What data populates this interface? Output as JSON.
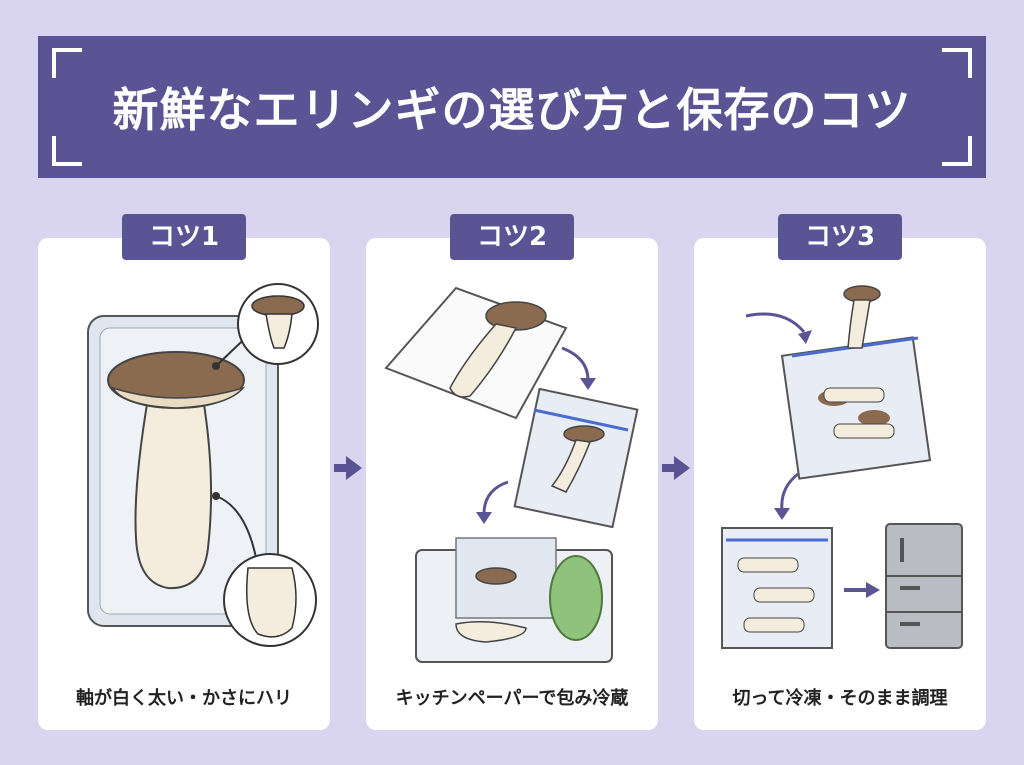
{
  "title": "新鮮なエリンギの選び方と保存のコツ",
  "colors": {
    "accent": "#5b5494",
    "background": "#d9d4ef",
    "card": "#ffffff"
  },
  "tips": [
    {
      "badge": "コツ1",
      "caption": "軸が白く太い・かさにハリ"
    },
    {
      "badge": "コツ2",
      "caption": "キッチンペーパーで包み冷蔵"
    },
    {
      "badge": "コツ3",
      "caption": "切って冷凍・そのまま調理"
    }
  ]
}
